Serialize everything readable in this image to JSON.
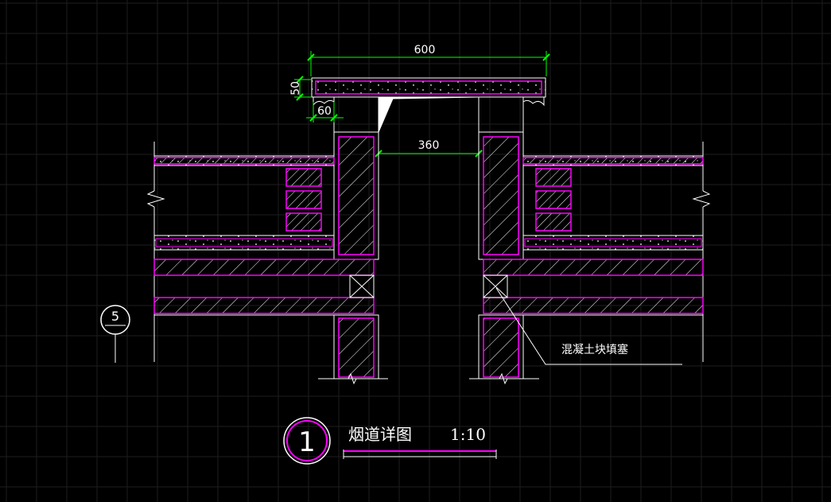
{
  "dimensions": {
    "top_width": "600",
    "slab_thickness": "50",
    "lip_width": "60",
    "flue_width": "360"
  },
  "annotation": {
    "filler_label": "混凝土块填塞"
  },
  "section_marker": {
    "number": "5"
  },
  "title_block": {
    "number": "1",
    "title": "烟道详图",
    "scale": "1:10"
  },
  "colors": {
    "background": "#000000",
    "grid": "#1e1e1e",
    "line": "#ffffff",
    "section": "#ff00ff",
    "dimension": "#00ff00"
  }
}
